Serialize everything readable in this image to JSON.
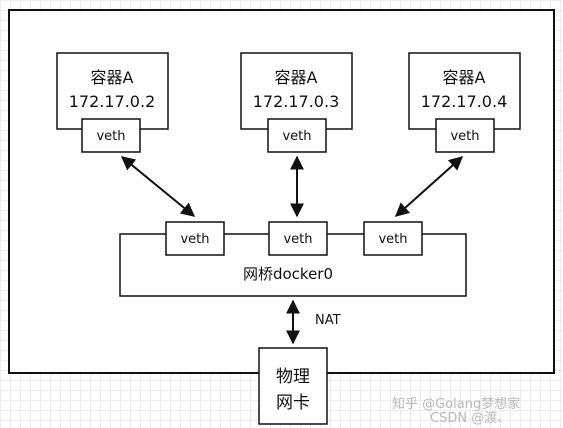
{
  "containers": [
    {
      "name": "容器A",
      "ip": "172.17.0.2",
      "veth": "veth"
    },
    {
      "name": "容器A",
      "ip": "172.17.0.3",
      "veth": "veth"
    },
    {
      "name": "容器A",
      "ip": "172.17.0.4",
      "veth": "veth"
    }
  ],
  "bridge": {
    "label": "网桥docker0",
    "veths": [
      "veth",
      "veth",
      "veth"
    ]
  },
  "link_label": "NAT",
  "nic": {
    "line1": "物理",
    "line2": "网卡"
  },
  "watermark": {
    "line1": "知乎 @Golang梦想家",
    "line2": "CSDN @渡、"
  }
}
